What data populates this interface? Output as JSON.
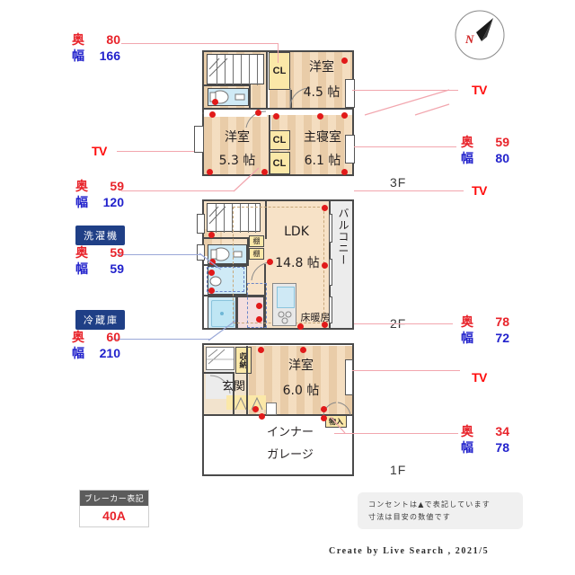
{
  "document": {
    "type": "real-estate-floor-plan",
    "footer_credit": "Create by Live Search , 2021/5"
  },
  "compass": {
    "north_letter": "N"
  },
  "floor_labels": {
    "f3": "3F",
    "f2": "2F",
    "f1": "1F"
  },
  "floors": {
    "third": {
      "rooms": [
        {
          "name": "洋室",
          "size": "4.5 帖"
        },
        {
          "name": "洋室",
          "size": "5.3 帖"
        },
        {
          "name": "主寝室",
          "size": "6.1 帖"
        }
      ],
      "closets": [
        "CL",
        "CL",
        "CL"
      ]
    },
    "second": {
      "rooms": [
        {
          "name": "LDK",
          "size": "14.8 帖"
        }
      ],
      "balcony": "バルコニー",
      "floor_heating": "床暖房",
      "shelves": [
        "棚",
        "棚"
      ]
    },
    "first": {
      "rooms": [
        {
          "name": "洋室",
          "size": "6.0 帖"
        }
      ],
      "entrance": "玄関",
      "storage": "収納",
      "closet_small": "物入",
      "garage_line1": "インナー",
      "garage_line2": "ガレージ"
    }
  },
  "callouts": {
    "left": [
      {
        "id": "left-top",
        "oku_key": "奥",
        "oku_value": "80",
        "haba_key": "幅",
        "haba_value": "166"
      },
      {
        "id": "left-tv-3f",
        "label": "TV"
      },
      {
        "id": "left-mid",
        "oku_key": "奥",
        "oku_value": "59",
        "haba_key": "幅",
        "haba_value": "120"
      },
      {
        "id": "washer",
        "tag": "洗濯機",
        "oku_key": "奥",
        "oku_value": "59",
        "haba_key": "幅",
        "haba_value": "59"
      },
      {
        "id": "fridge",
        "tag": "冷蔵庫",
        "oku_key": "奥",
        "oku_value": "60",
        "haba_key": "幅",
        "haba_value": "210"
      }
    ],
    "right": [
      {
        "id": "right-tv-top",
        "label": "TV"
      },
      {
        "id": "right-upper",
        "oku_key": "奥",
        "oku_value": "59",
        "haba_key": "幅",
        "haba_value": "80"
      },
      {
        "id": "right-tv-3f",
        "label": "TV"
      },
      {
        "id": "right-2f",
        "oku_key": "奥",
        "oku_value": "78",
        "haba_key": "幅",
        "haba_value": "72"
      },
      {
        "id": "right-tv-1f",
        "label": "TV"
      },
      {
        "id": "right-1f",
        "oku_key": "奥",
        "oku_value": "34",
        "haba_key": "幅",
        "haba_value": "78"
      }
    ]
  },
  "breaker": {
    "title": "ブレーカー表記",
    "value": "40A"
  },
  "notes": {
    "line1": "コンセントは▲で表記しています",
    "line2": "寸法は目安の数値です"
  }
}
